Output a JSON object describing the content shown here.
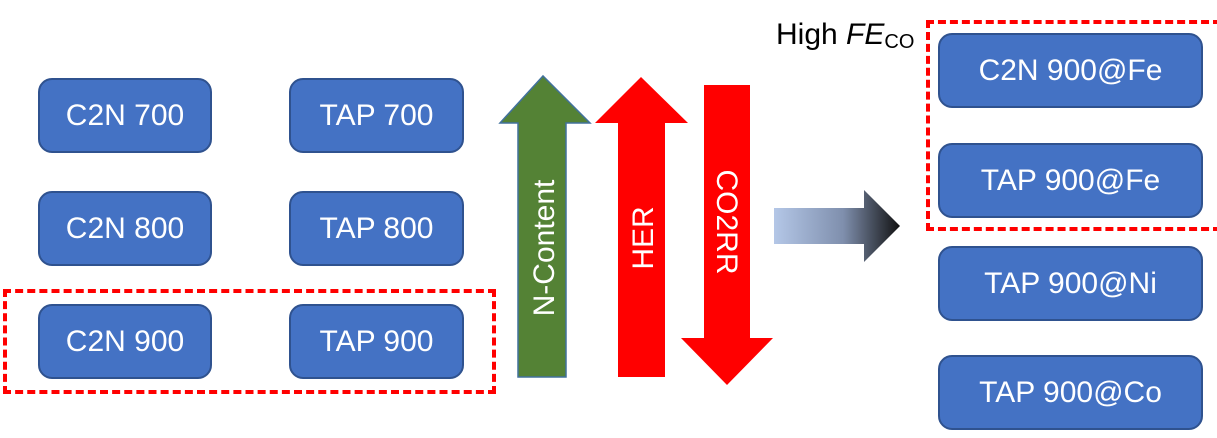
{
  "left_samples": [
    {
      "label": "C2N 700"
    },
    {
      "label": "TAP 700"
    },
    {
      "label": "C2N 800"
    },
    {
      "label": "TAP 800"
    },
    {
      "label": "C2N 900"
    },
    {
      "label": "TAP 900"
    }
  ],
  "arrows": {
    "n_content": {
      "label": "N-Content",
      "color": "#548235",
      "direction": "up"
    },
    "her": {
      "label": "HER",
      "color": "#FF0000",
      "direction": "up"
    },
    "co2rr": {
      "label": "CO2RR",
      "color": "#FF0000",
      "direction": "down"
    }
  },
  "highlight": {
    "prefix": "High ",
    "symbol": "FE",
    "subscript": "CO"
  },
  "right_samples": [
    {
      "label": "C2N 900@Fe"
    },
    {
      "label": "TAP 900@Fe"
    },
    {
      "label": "TAP 900@Ni"
    },
    {
      "label": "TAP 900@Co"
    }
  ]
}
